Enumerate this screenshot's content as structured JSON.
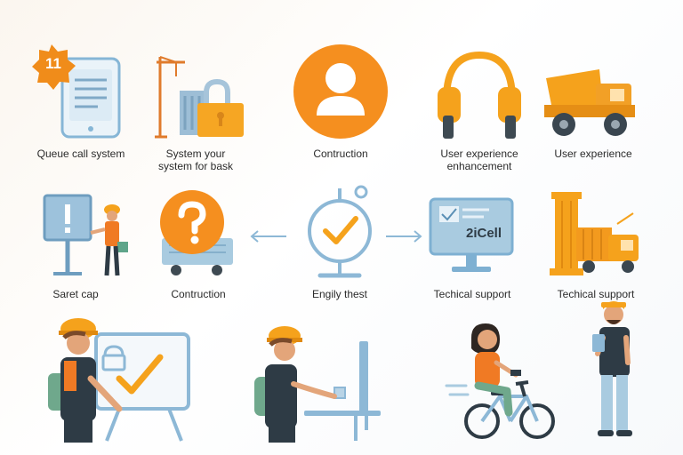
{
  "colors": {
    "orange": "#F39A1E",
    "light_blue": "#A9CBE0",
    "mid_blue": "#7EB0D2",
    "dark": "#2E3B45",
    "skin": "#E3A57A",
    "green": "#6FA88C"
  },
  "icons": {
    "badge_number": "11",
    "monitor_text": "2iCell"
  },
  "labels": {
    "queue_call_system": "Queue call system",
    "system_line1": "System your",
    "system_line2": "system for bask",
    "contruction_top": "Contruction",
    "ux_enh_line1": "User experience",
    "ux_enh_line2": "enhancement",
    "user_experience": "User experience",
    "saret_cap": "Saret cap",
    "contruction_mid": "Contruction",
    "engily_thest": "Engily thest",
    "techical_support_1": "Techical support",
    "techical_support_2": "Techical support"
  }
}
